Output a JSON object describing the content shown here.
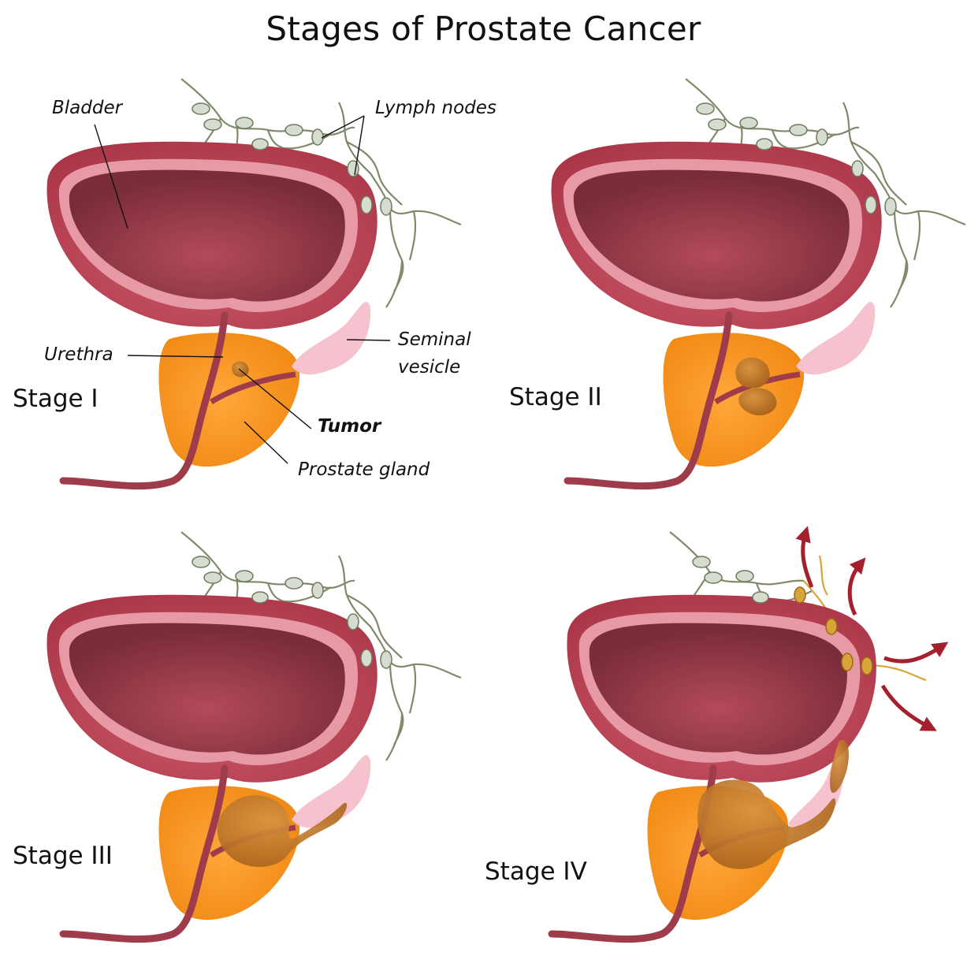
{
  "title": "Stages of Prostate Cancer",
  "stages": [
    {
      "label": "Stage I"
    },
    {
      "label": "Stage II"
    },
    {
      "label": "Stage III"
    },
    {
      "label": "Stage IV"
    }
  ],
  "labels": {
    "bladder": "Bladder",
    "lymph_nodes": "Lymph nodes",
    "urethra": "Urethra",
    "seminal_vesicle_1": "Seminal",
    "seminal_vesicle_2": "vesicle",
    "tumor": "Tumor",
    "prostate_gland": "Prostate gland"
  },
  "colors": {
    "bladder_outer": "#c1495a",
    "bladder_rim": "#e79aa5",
    "bladder_inner": "#8a3442",
    "prostate": "#f3901d",
    "urethra": "#9e3c4c",
    "seminal_vesicle": "#f5c2cd",
    "tumor": "#c87d2a",
    "lymph_node": "#d5ddd1",
    "lymph_vessel": "#7f8a6a",
    "metastasis_node": "#d9a43a",
    "arrow": "#a3202c"
  }
}
